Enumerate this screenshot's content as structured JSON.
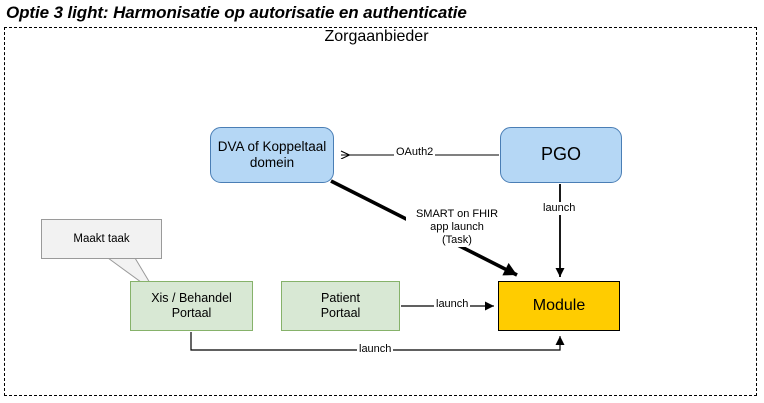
{
  "title": "Optie 3 light: Harmonisatie op autorisatie en authenticatie",
  "boundary": {
    "label": "Zorgaanbieder",
    "style": "dashed"
  },
  "colors": {
    "blue_fill": "#b5d7f5",
    "blue_stroke": "#4a7eb5",
    "green_fill": "#d8e8d4",
    "green_stroke": "#86b26a",
    "yellow_fill": "#ffcc00",
    "yellow_stroke": "#000000",
    "callout_fill": "#f2f2f2",
    "callout_stroke": "#9a9a9a",
    "line": "#000000",
    "background": "#ffffff"
  },
  "nodes": {
    "dva": {
      "label": "DVA of Koppeltaal\ndomein",
      "line1": "DVA of Koppeltaal",
      "line2": "domein"
    },
    "pgo": {
      "label": "PGO"
    },
    "xis": {
      "line1": "Xis / Behandel",
      "line2": "Portaal"
    },
    "patient": {
      "line1": "Patient",
      "line2": "Portaal"
    },
    "module": {
      "label": "Module"
    },
    "callout": {
      "label": "Maakt taak"
    }
  },
  "edges": {
    "oauth2": {
      "label": "OAuth2",
      "from": "pgo",
      "to": "dva"
    },
    "smart_on_fhir": {
      "line1": "SMART on FHIR",
      "line2": "app launch",
      "line3": "(Task)",
      "from": "dva",
      "to": "module"
    },
    "launch_pgo": {
      "label": "launch",
      "from": "pgo",
      "to": "module"
    },
    "launch_patient": {
      "label": "launch",
      "from": "patient",
      "to": "module"
    },
    "launch_xis": {
      "label": "launch",
      "from": "xis",
      "to": "module"
    }
  }
}
